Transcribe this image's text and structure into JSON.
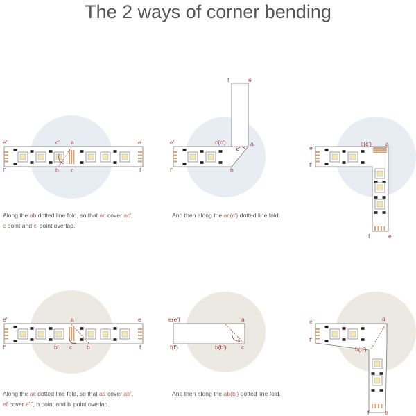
{
  "title": "The 2 ways of corner bending",
  "colors": {
    "circle_top": "#e8edf4",
    "circle_bottom": "#ebe9e2",
    "label": "#9a3e3e",
    "highlight": "#b4695a",
    "caption": "#555555",
    "pad": "#d9a074",
    "strip_outline": "#777777"
  },
  "labels": {
    "e": "e",
    "f": "f",
    "a": "a",
    "b": "b",
    "c": "c",
    "e_prime": "e'",
    "f_prime": "f'",
    "c_prime": "c'",
    "b_prime": "b'",
    "c_cp": "c(c')",
    "b_bp": "b(b')",
    "e_ep": "e(e')",
    "f_fp": "f(f')"
  },
  "captions": {
    "top_left_l1_a": "Along the ",
    "top_left_l1_b": "ab",
    "top_left_l1_c": " dotted line fold, so that ",
    "top_left_l1_d": "ac",
    "top_left_l1_e": " cover ",
    "top_left_l1_f": "ac'",
    "top_left_l1_g": ",",
    "top_left_l2_a": "c",
    "top_left_l2_b": " point and ",
    "top_left_l2_c": "c'",
    "top_left_l2_d": " point overlap.",
    "top_mid_a": "And then along the ",
    "top_mid_b": "ac(c')",
    "top_mid_c": " dotted line fold.",
    "bot_left_l1_a": "Along the ",
    "bot_left_l1_b": "ac",
    "bot_left_l1_c": " dotted line fold, so that ",
    "bot_left_l1_d": "ab",
    "bot_left_l1_e": " cover ",
    "bot_left_l1_f": "ab'",
    "bot_left_l1_g": ",",
    "bot_left_l2_a": "ef",
    "bot_left_l2_b": " cover ",
    "bot_left_l2_c": "e'f'",
    "bot_left_l2_d": ", b point and b' point overlap.",
    "bot_mid_a": "And then along the ",
    "bot_mid_b": "ab(b')",
    "bot_mid_c": " dotted line fold."
  }
}
